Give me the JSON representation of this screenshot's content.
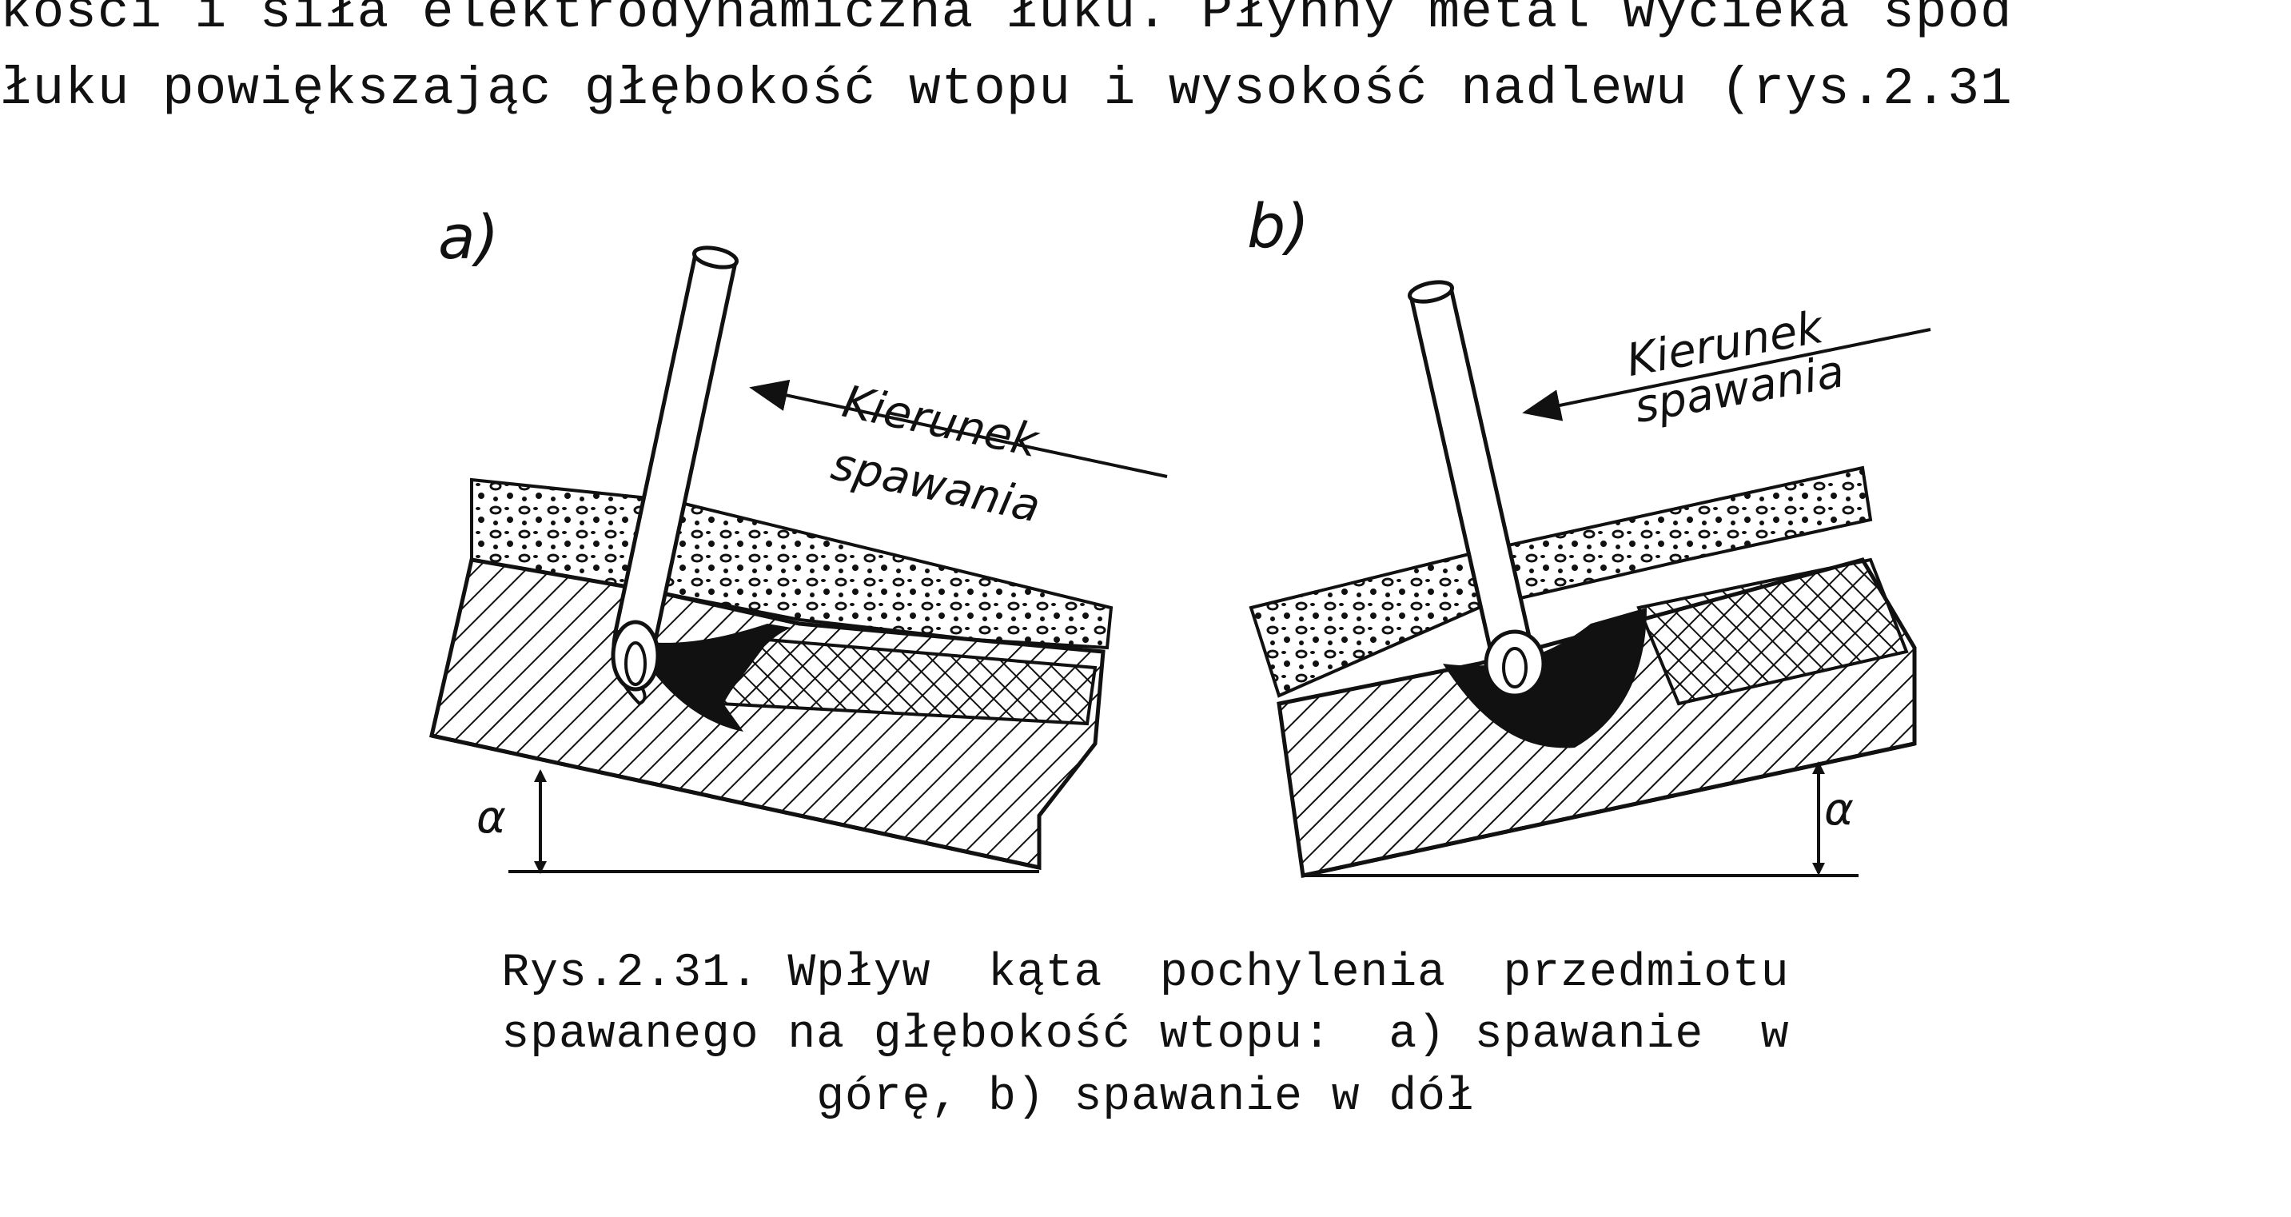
{
  "text": {
    "line1": "kości i siła elektrodynamiczna łuku. Płynny metal wycieka spod",
    "line2": "łuku powiększając głębokość wtopu i wysokość nadlewu (rys.2.31"
  },
  "figure": {
    "panel_a": {
      "label": "a)",
      "direction_line1": "Kierunek",
      "direction_line2": "spawania",
      "angle_symbol": "α"
    },
    "panel_b": {
      "label": "b)",
      "direction_line1": "Kierunek",
      "direction_line2": "spawania",
      "angle_symbol": "α"
    },
    "caption": {
      "line1": "Rys.2.31. Wpływ  kąta  pochylenia  przedmiotu",
      "line2": "spawanego na głębokość wtopu:  a) spawanie  w",
      "line3": "górę, b) spawanie w dół"
    }
  }
}
